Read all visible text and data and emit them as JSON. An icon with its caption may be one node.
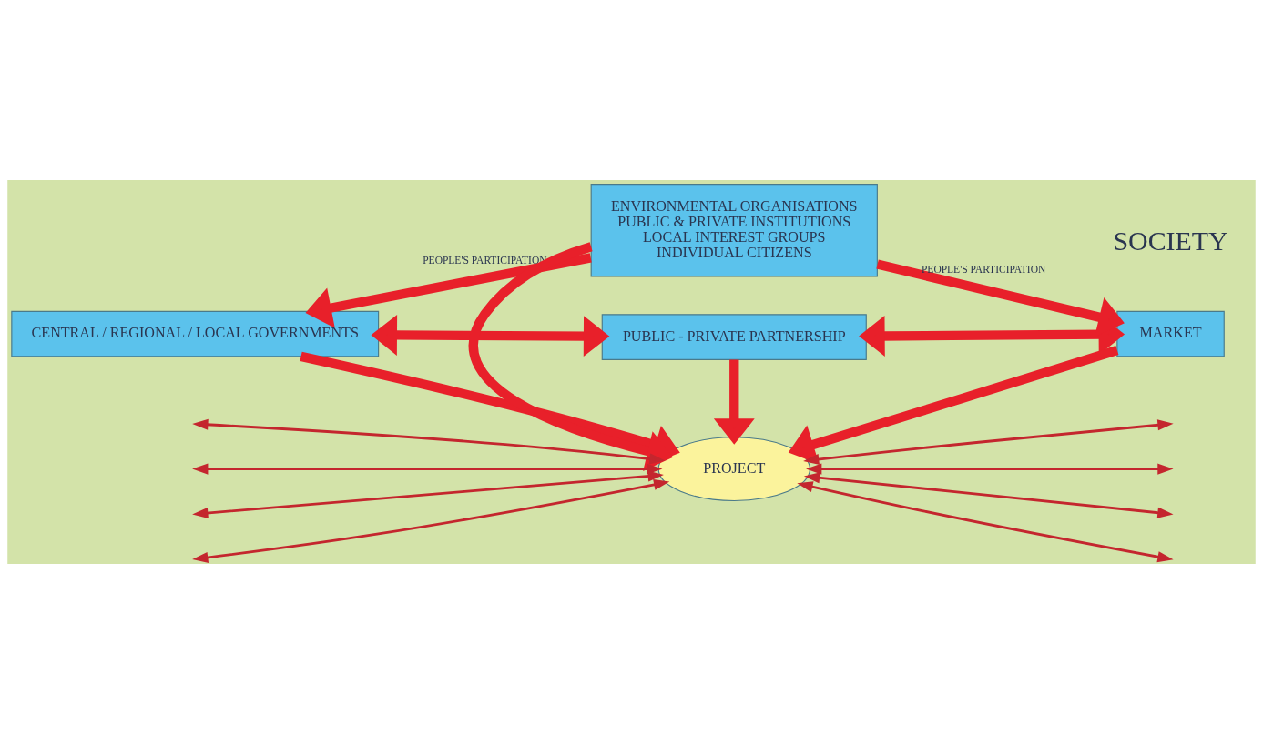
{
  "diagram": {
    "nodes": [
      {
        "text": [
          "PUBLIC - PRIVATE PARTNERSHIP"
        ]
      },
      {
        "text": [
          "CENTRAL / REGIONAL / LOCAL GOVERNMENTS"
        ]
      },
      {
        "text": [
          "PROJECT"
        ]
      },
      {
        "text": [
          "MARKET"
        ]
      },
      {
        "text": [
          "ENVIRONMENTAL ORGANISATIONS",
          "PUBLIC & PRIVATE INSTITUTIONS",
          "LOCAL INTEREST GROUPS",
          "INDIVIDUAL CITIZENS"
        ]
      }
    ],
    "edges": [
      {
        "from": 0,
        "to": 1,
        "arrow": "both",
        "style": "thick"
      },
      {
        "from": 0,
        "to": 3,
        "arrow": "both",
        "style": "thick"
      },
      {
        "from": 0,
        "to": 2,
        "arrow": "to",
        "style": "thick"
      },
      {
        "from": 1,
        "to": 2,
        "arrow": "to",
        "style": "thick"
      },
      {
        "from": 3,
        "to": 2,
        "arrow": "to",
        "style": "thick"
      },
      {
        "from": 4,
        "to": 2,
        "arrow": "to",
        "style": "thick"
      },
      {
        "from": 4,
        "to": 1,
        "arrow": "to",
        "label": "PEOPLE'S PARTICIPATION",
        "style": "thick"
      },
      {
        "from": 4,
        "to": 3,
        "arrow": "to",
        "label": "PEOPLE'S PARTICIPATION",
        "style": "thick"
      },
      {
        "from": null,
        "to": 2,
        "arrow": "both",
        "color": "#c4262e"
      },
      {
        "from": null,
        "to": 2,
        "arrow": "both",
        "color": "#c4262e"
      },
      {
        "from": null,
        "to": 2,
        "arrow": "both",
        "color": "#c4262e"
      },
      {
        "from": null,
        "to": 2,
        "arrow": "both",
        "color": "#c4262e"
      },
      {
        "from": null,
        "to": 2,
        "arrow": "both",
        "color": "#c4262e"
      },
      {
        "from": null,
        "to": 2,
        "arrow": "both",
        "color": "#c4262e"
      },
      {
        "from": null,
        "to": 2,
        "arrow": "both",
        "color": "#c4262e"
      },
      {
        "from": null,
        "to": 2,
        "arrow": "both",
        "color": "#c4262e"
      }
    ],
    "labels": [
      "SOCIETY"
    ]
  }
}
